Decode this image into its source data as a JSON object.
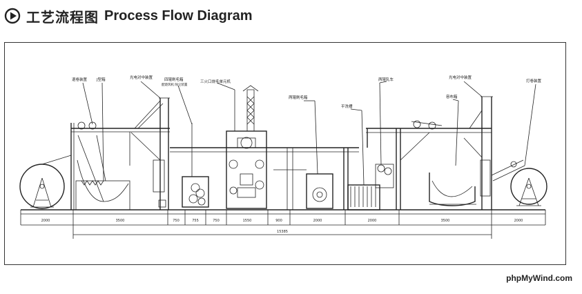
{
  "header": {
    "title_cn": "工艺流程图",
    "title_en": "Process Flow Diagram",
    "icon": "play-circle-icon"
  },
  "labels": {
    "l1": "退卷装置",
    "l2": "J型箱",
    "l3": "光电对中装置",
    "l4": "四辊刷毛箱",
    "l4b": "配烧风机 除尘装置",
    "l5": "三火口烧毛单元机",
    "l6": "两辊刷毛箱",
    "l7": "平洗槽",
    "l8": "两辊轧车",
    "l9": "光电对中装置",
    "l10": "容布箱",
    "l11": "打卷装置"
  },
  "dimensions": {
    "d1": "2000",
    "d2": "3500",
    "d3": "750",
    "d4": "755",
    "d5": "750",
    "d6": "1550",
    "d7": "900",
    "d8": "2000",
    "d9": "2000",
    "d10": "3500",
    "d11": "2000",
    "total": "15385"
  },
  "watermark": "phpMyWind.com"
}
